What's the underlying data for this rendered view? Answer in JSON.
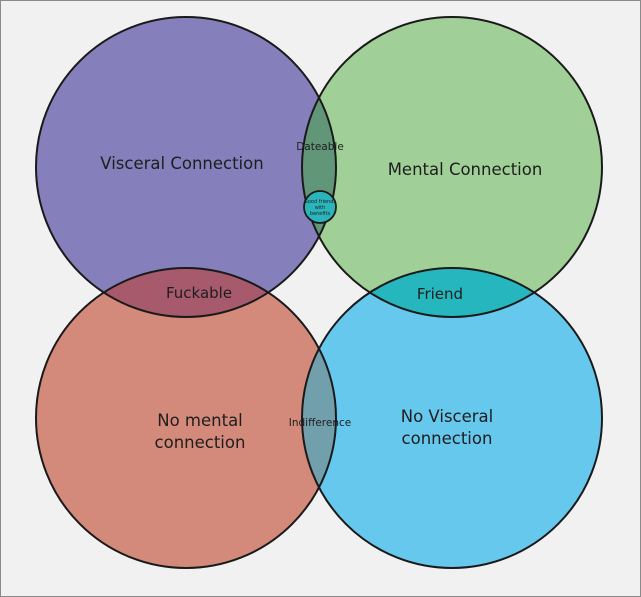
{
  "circles": {
    "visceral": {
      "label": "Visceral Connection",
      "color": "#8580bb"
    },
    "mental": {
      "label": "Mental Connection",
      "color": "#a0d097"
    },
    "no_mental": {
      "label_line1": "No mental",
      "label_line2": "connection",
      "color": "#d48a7a"
    },
    "no_visceral": {
      "label_line1": "No Visceral",
      "label_line2": "connection",
      "color": "#67c8ee"
    }
  },
  "overlaps": {
    "dateable": {
      "label": "Dateable",
      "color": "#629679"
    },
    "fuckable": {
      "label": "Fuckable",
      "color": "#a65a6c"
    },
    "friend": {
      "label": "Friend",
      "color": "#25b7bd"
    },
    "indifference": {
      "label": "Indifference",
      "color": "#729fac"
    },
    "good_friends": {
      "label_line1": "Good friends",
      "label_line2": "with",
      "label_line3": "benefits",
      "color": "#2bb4b9"
    }
  },
  "outline_color": "#1a1a1a"
}
